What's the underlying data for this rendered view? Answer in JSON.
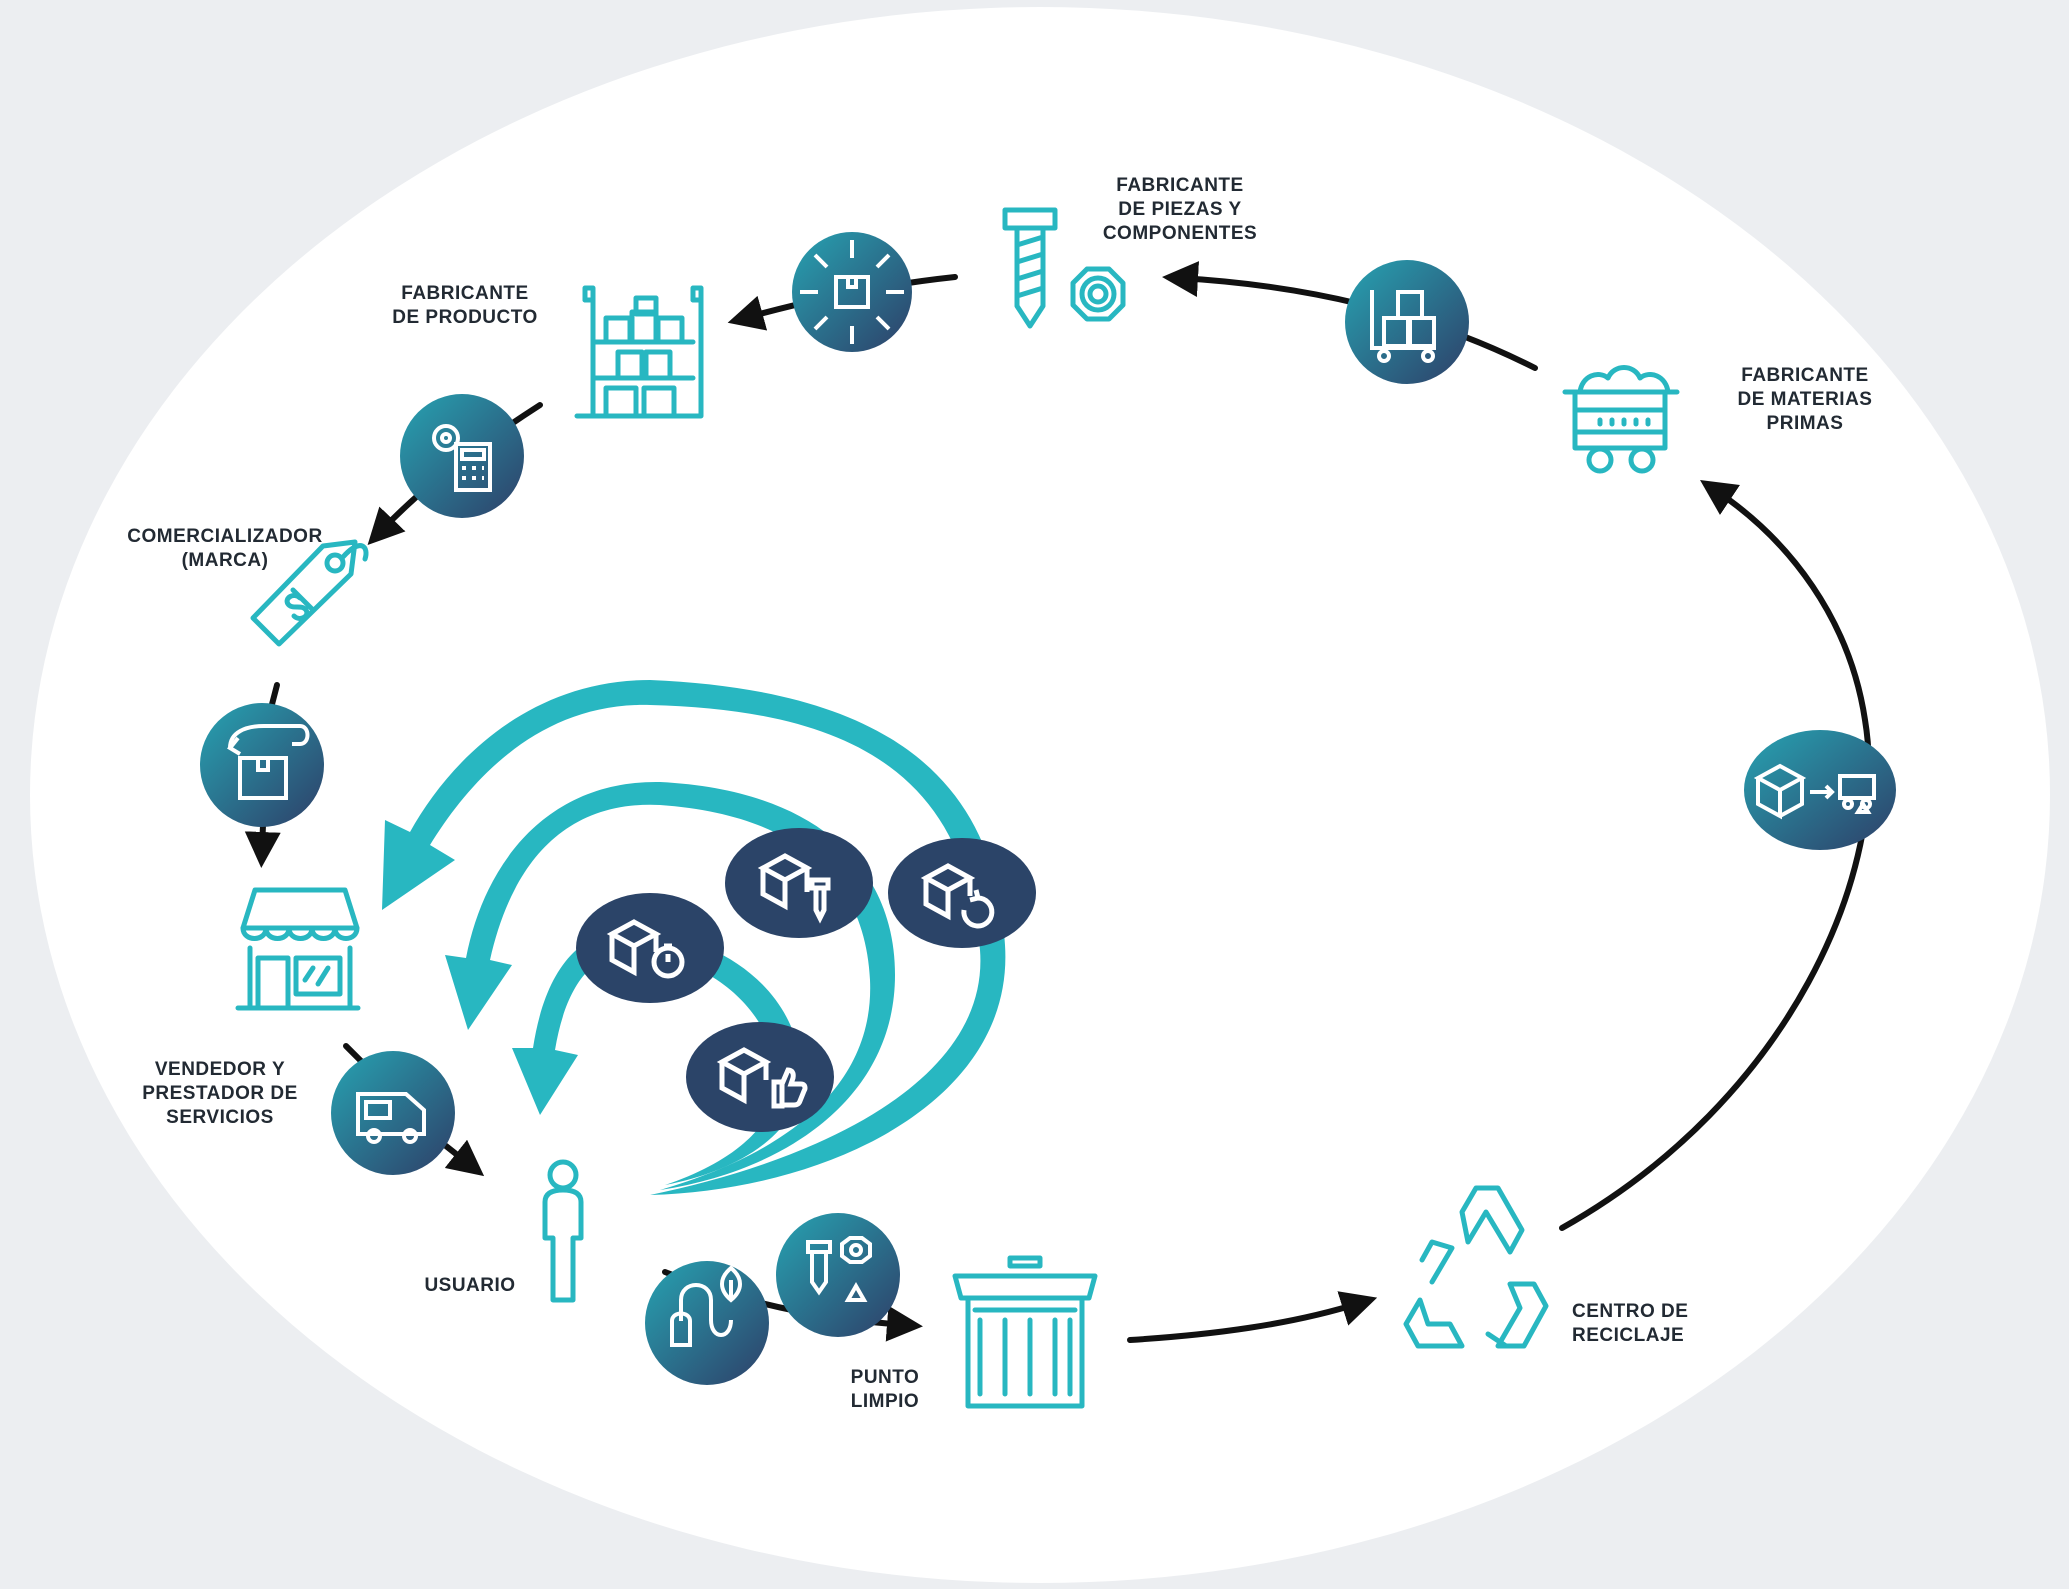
{
  "colors": {
    "background": "#eceef1",
    "ellipse": "#ffffff",
    "teal": "#28b7c1",
    "navy": "#2f4a6e",
    "dark_navy": "#2b4468",
    "arrow": "#111111"
  },
  "nodes": {
    "fabricante_producto": {
      "label": "FABRICANTE\nDE PRODUCTO",
      "icon": "warehouse-shelf-icon"
    },
    "fabricante_piezas": {
      "label": "FABRICANTE\nDE PIEZAS Y\nCOMPONENTES",
      "icon": "screw-nut-icon"
    },
    "fabricante_materias": {
      "label": "FABRICANTE\nDE MATERIAS\nPRIMAS",
      "icon": "mine-cart-icon"
    },
    "comercializador": {
      "label": "COMERCIALIZADOR\n(MARCA)",
      "icon": "price-tag-icon"
    },
    "vendedor": {
      "label": "VENDEDOR Y\nPRESTADOR DE\nSERVICIOS",
      "icon": "shop-storefront-icon"
    },
    "usuario": {
      "label": "USUARIO",
      "icon": "person-icon"
    },
    "punto_limpio": {
      "label": "PUNTO\nLIMPIO",
      "icon": "trash-bin-icon"
    },
    "centro_reciclaje": {
      "label": "CENTRO DE\nRECICLAJE",
      "icon": "recycle-icon"
    }
  },
  "badges": [
    {
      "name": "assembly-badge",
      "icon": "box-assembly-icon"
    },
    {
      "name": "pallet-trolley-badge",
      "icon": "pallet-trolley-icon"
    },
    {
      "name": "design-calculator-badge",
      "icon": "gear-calculator-icon"
    },
    {
      "name": "return-box-badge",
      "icon": "return-box-icon"
    },
    {
      "name": "delivery-van-badge",
      "icon": "delivery-van-icon"
    },
    {
      "name": "eco-plug-badge",
      "icon": "eco-plug-icon"
    },
    {
      "name": "parts-recycle-badge",
      "icon": "parts-recycle-icon"
    },
    {
      "name": "box-to-cart-badge",
      "icon": "box-to-cart-icon"
    }
  ],
  "loop_badges": [
    {
      "name": "reuse-badge",
      "icon": "box-timer-icon"
    },
    {
      "name": "repair-badge",
      "icon": "box-screw-icon"
    },
    {
      "name": "remanufacture-badge",
      "icon": "box-refresh-icon"
    },
    {
      "name": "maintenance-badge",
      "icon": "box-thumbs-up-icon"
    }
  ]
}
